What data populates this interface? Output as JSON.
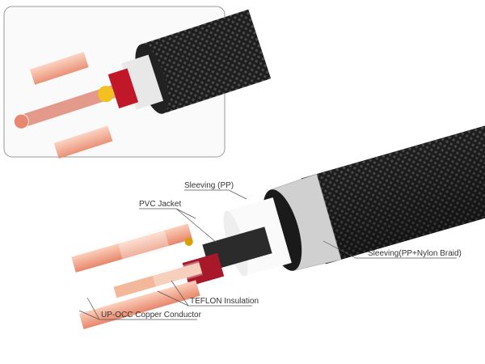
{
  "labels": {
    "sleeving_pp": "Sleeving (PP)",
    "pvc_jacket": "PVC Jacket",
    "sleeving_braid": "Sleeving(PP+Nylon Braid)",
    "teflon": "TEFLON Insulation",
    "conductor": "UP-OCC Copper Conductor"
  },
  "colors": {
    "braid": "#2a2a2a",
    "copper": "#f0a080",
    "red": "#b01828",
    "silver": "#c8c8c8"
  }
}
